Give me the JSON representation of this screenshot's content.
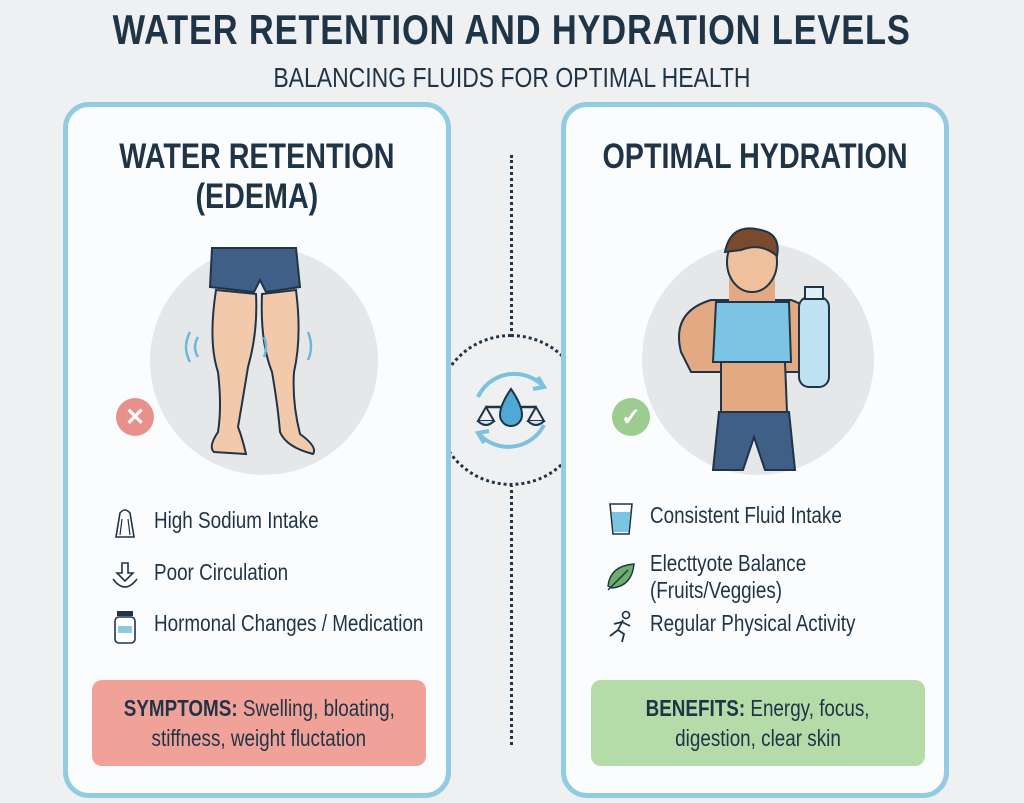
{
  "title": "WATER RETENTION AND HYDRATION LEVELS",
  "subtitle": "BALANCING FLUIDS FOR OPTIMAL HEALTH",
  "left": {
    "title_line1": "WATER RETENTION",
    "title_line2": "(EDEMA)",
    "badge_icon": "x-icon",
    "items": [
      {
        "icon": "salt-shaker-icon",
        "label": "High Sodium Intake"
      },
      {
        "icon": "down-arrow-icon",
        "label": "Poor Circulation"
      },
      {
        "icon": "medicine-bottle-icon",
        "label": "Hormonal Changes / Medication"
      }
    ],
    "box_heading": "SYMPTOMS:",
    "box_line1": "Swelling, bloating,",
    "box_line2": "stiffness, weight fluctation",
    "color": "#f0a298"
  },
  "right": {
    "title": "OPTIMAL HYDRATION",
    "badge_icon": "check-icon",
    "items": [
      {
        "icon": "water-glass-icon",
        "label": "Consistent Fluid Intake"
      },
      {
        "icon": "leaf-icon",
        "label": "Electtyote Balance",
        "label2": "(Fruits/Veggies)"
      },
      {
        "icon": "running-person-icon",
        "label": "Regular Physical Activity"
      }
    ],
    "box_heading": "BENEFITS:",
    "box_line1": "Energy, focus,",
    "box_line2": "digestion, clear skin",
    "color": "#b5dba8"
  },
  "center_icon": "balance-scale-water-drop-icon"
}
